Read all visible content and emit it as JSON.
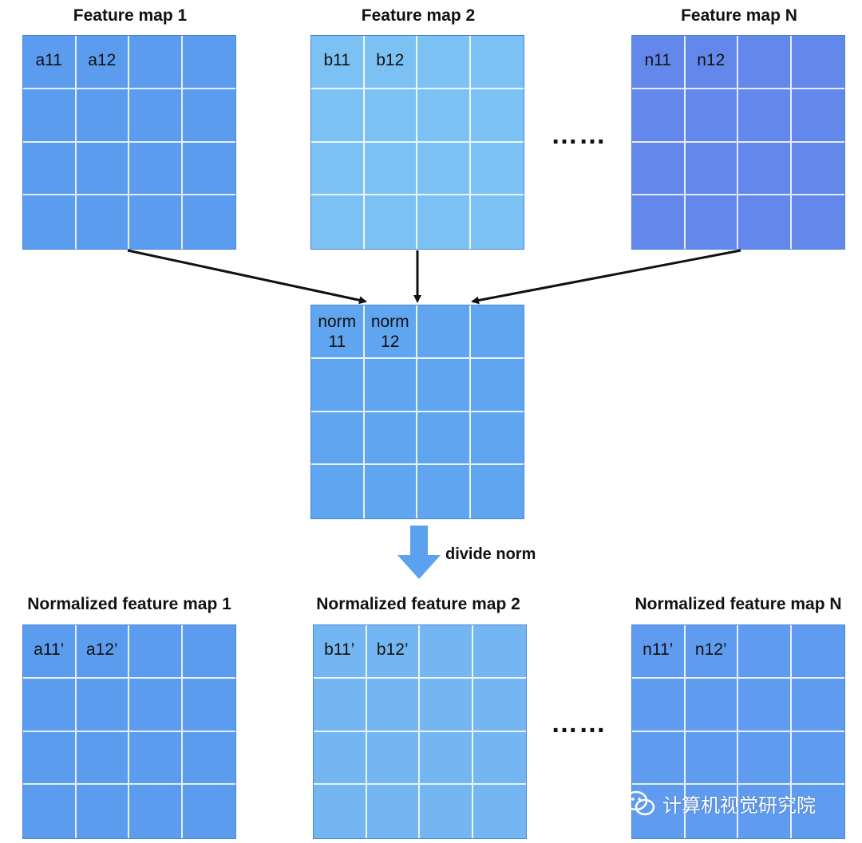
{
  "colors": {
    "map1": "#5b9cef",
    "map2": "#7cc1f3",
    "mapN": "#6487ec",
    "norm": "#60a5f0",
    "norm_map1": "#5b9cef",
    "norm_map2": "#73b6f2",
    "norm_mapN": "#5f9bee",
    "down_arrow": "#5aa1ee"
  },
  "top_maps": [
    {
      "title": "Feature map 1",
      "cells": [
        "a11",
        "a12"
      ]
    },
    {
      "title": "Feature map 2",
      "cells": [
        "b11",
        "b12"
      ]
    },
    {
      "title": "Feature map N",
      "cells": [
        "n11",
        "n12"
      ]
    }
  ],
  "top_ellipsis": "……",
  "norm_map": {
    "cells": [
      "norm\n11",
      "norm\n12"
    ]
  },
  "operation": "divide norm",
  "bottom_maps": [
    {
      "title": "Normalized feature map 1",
      "cells": [
        "a11’",
        "a12’"
      ]
    },
    {
      "title": "Normalized feature map 2",
      "cells": [
        "b11’",
        "b12’"
      ]
    },
    {
      "title": "Normalized feature map N",
      "cells": [
        "n11’",
        "n12’"
      ]
    }
  ],
  "bottom_ellipsis": "……",
  "watermark": {
    "icon": "wechat-icon",
    "text": "计算机视觉研究院"
  }
}
